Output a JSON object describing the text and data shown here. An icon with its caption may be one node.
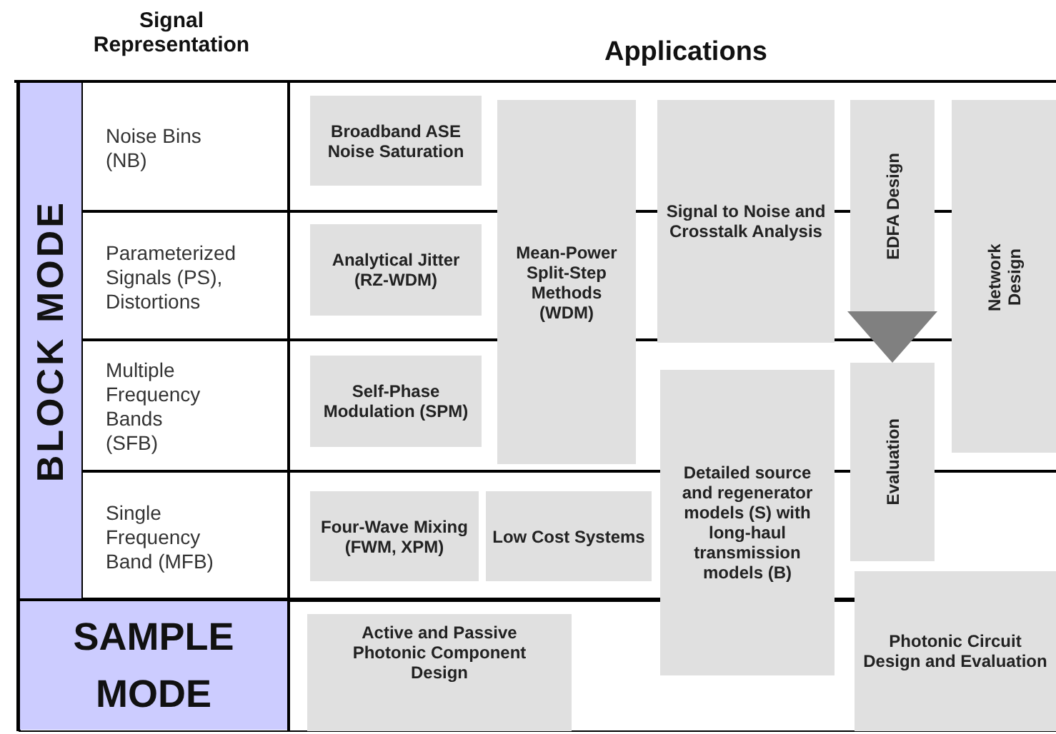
{
  "diagram": {
    "nodes": [
      {
        "text": [
          "BLOCK MODE"
        ]
      },
      {
        "text": [
          "SAMPLE MODE"
        ]
      },
      {
        "text": [
          "Broadband ASE Noise Saturation"
        ]
      },
      {
        "text": [
          "Analytical Jitter (RZ-WDM)"
        ]
      },
      {
        "text": [
          "Self-Phase Modulation (SPM)"
        ]
      },
      {
        "text": [
          "Four-Wave Mixing (FWM, XPM)"
        ]
      },
      {
        "text": [
          "Low Cost Systems"
        ]
      },
      {
        "text": [
          "Mean-Power Split-Step Methods (WDM)"
        ]
      },
      {
        "text": [
          "Signal to Noise and Crosstalk Analysis"
        ]
      },
      {
        "text": [
          "Detailed source and regenerator models (S) with long-haul transmission models (B)"
        ]
      },
      {
        "text": [
          "EDFA Design"
        ]
      },
      {
        "text": [
          "Evaluation"
        ]
      },
      {
        "text": [
          "Network Design"
        ]
      },
      {
        "text": [
          "Active and Passive Photonic Component Design"
        ]
      },
      {
        "text": [
          "Photonic Circuit Design and Evaluation"
        ]
      }
    ],
    "edges": [
      {
        "from": 10,
        "to": 11,
        "arrow": "to"
      }
    ],
    "labels": [
      "Signal Representation",
      "Applications",
      "Noise Bins (NB)",
      "Parameterized Signals (PS), Distortions",
      "Multiple Frequency Bands (SFB)",
      "Single Frequency Band (MFB)"
    ]
  }
}
